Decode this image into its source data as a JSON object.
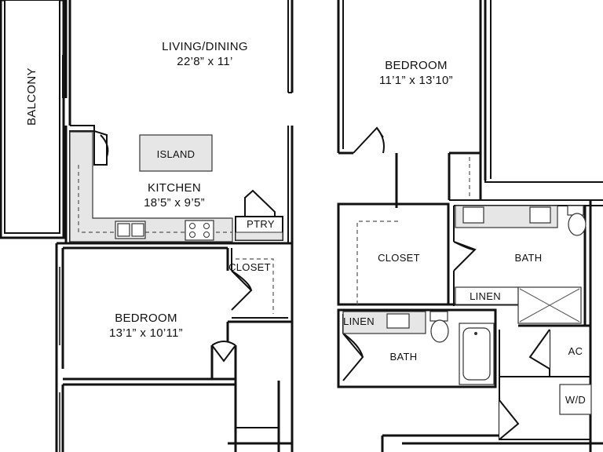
{
  "rooms": {
    "balcony": "BALCONY",
    "living_dining": {
      "name": "LIVING/DINING",
      "dims": "22’8” x 11’"
    },
    "island": "ISLAND",
    "kitchen": {
      "name": "KITCHEN",
      "dims": "18’5” x 9’5”"
    },
    "pantry": "PTRY",
    "closet_left": "CLOSET",
    "bedroom_left": {
      "name": "BEDROOM",
      "dims": "13’1” x 10’11”"
    },
    "bedroom_right": {
      "name": "BEDROOM",
      "dims": "11’1” x 13’10”"
    },
    "closet_right": "CLOSET",
    "bath_master": "BATH",
    "linen_master": "LINEN",
    "linen_hall": "LINEN",
    "bath_hall": "BATH",
    "ac": "AC",
    "washer_dryer": "W/D"
  }
}
